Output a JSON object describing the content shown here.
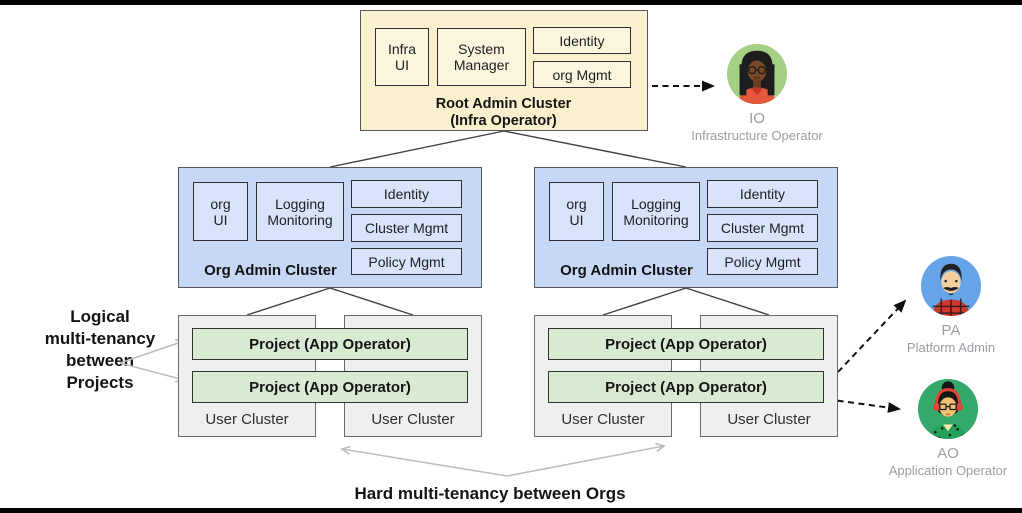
{
  "palette": {
    "root_fill": "#FBF0CE",
    "root_inner_fill": "#FCF5DD",
    "org_fill": "#C6D8F6",
    "org_inner_fill": "#D9E3FA",
    "user_cluster_fill": "#EFEFEF",
    "project_fill": "#D9EAD3",
    "io_circle": "#A5CF84",
    "pa_circle": "#66A3E9",
    "ao_circle": "#35A96B",
    "annotation_arrow_gray": "#B9BCC0",
    "dashed_arrow_black": "#101010"
  },
  "root_cluster": {
    "boxes": {
      "infra_ui": "Infra\nUI",
      "system_manager": "System\nManager",
      "identity": "Identity",
      "org_mgmt": "org Mgmt"
    },
    "label": "Root Admin Cluster\n(Infra Operator)"
  },
  "org_clusters": [
    {
      "boxes": {
        "org_ui": "org\nUI",
        "logging": "Logging\nMonitoring",
        "identity": "Identity",
        "cluster_mgmt": "Cluster Mgmt",
        "policy_mgmt": "Policy Mgmt"
      },
      "label": "Org Admin Cluster"
    },
    {
      "boxes": {
        "org_ui": "org\nUI",
        "logging": "Logging\nMonitoring",
        "identity": "Identity",
        "cluster_mgmt": "Cluster Mgmt",
        "policy_mgmt": "Policy Mgmt"
      },
      "label": "Org Admin Cluster"
    }
  ],
  "user_groups": [
    {
      "projects": [
        "Project (App Operator)",
        "Project (App Operator)"
      ],
      "clusters": [
        "User Cluster",
        "User Cluster"
      ]
    },
    {
      "projects": [
        "Project (App Operator)",
        "Project  (App Operator)"
      ],
      "clusters": [
        "User Cluster",
        "User Cluster"
      ]
    }
  ],
  "annotations": {
    "left": "Logical\nmulti-tenancy\nbetween\nProjects",
    "bottom": "Hard multi-tenancy between Orgs"
  },
  "personas": [
    {
      "initials": "IO",
      "role": "Infrastructure Operator"
    },
    {
      "initials": "PA",
      "role": "Platform Admin"
    },
    {
      "initials": "AO",
      "role": "Application Operator"
    }
  ]
}
